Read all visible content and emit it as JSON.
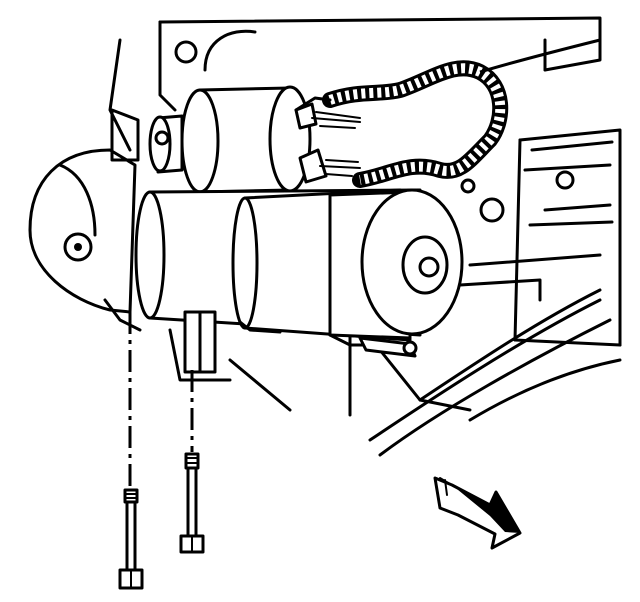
{
  "diagram": {
    "subject": "starter-motor-removal",
    "colors": {
      "line": "#000000",
      "background": "#ffffff"
    },
    "parts": [
      "engine-block",
      "starter-motor",
      "starter-solenoid",
      "battery-cable",
      "mounting-bolt",
      "mounting-bolt",
      "front-direction-arrow"
    ]
  }
}
